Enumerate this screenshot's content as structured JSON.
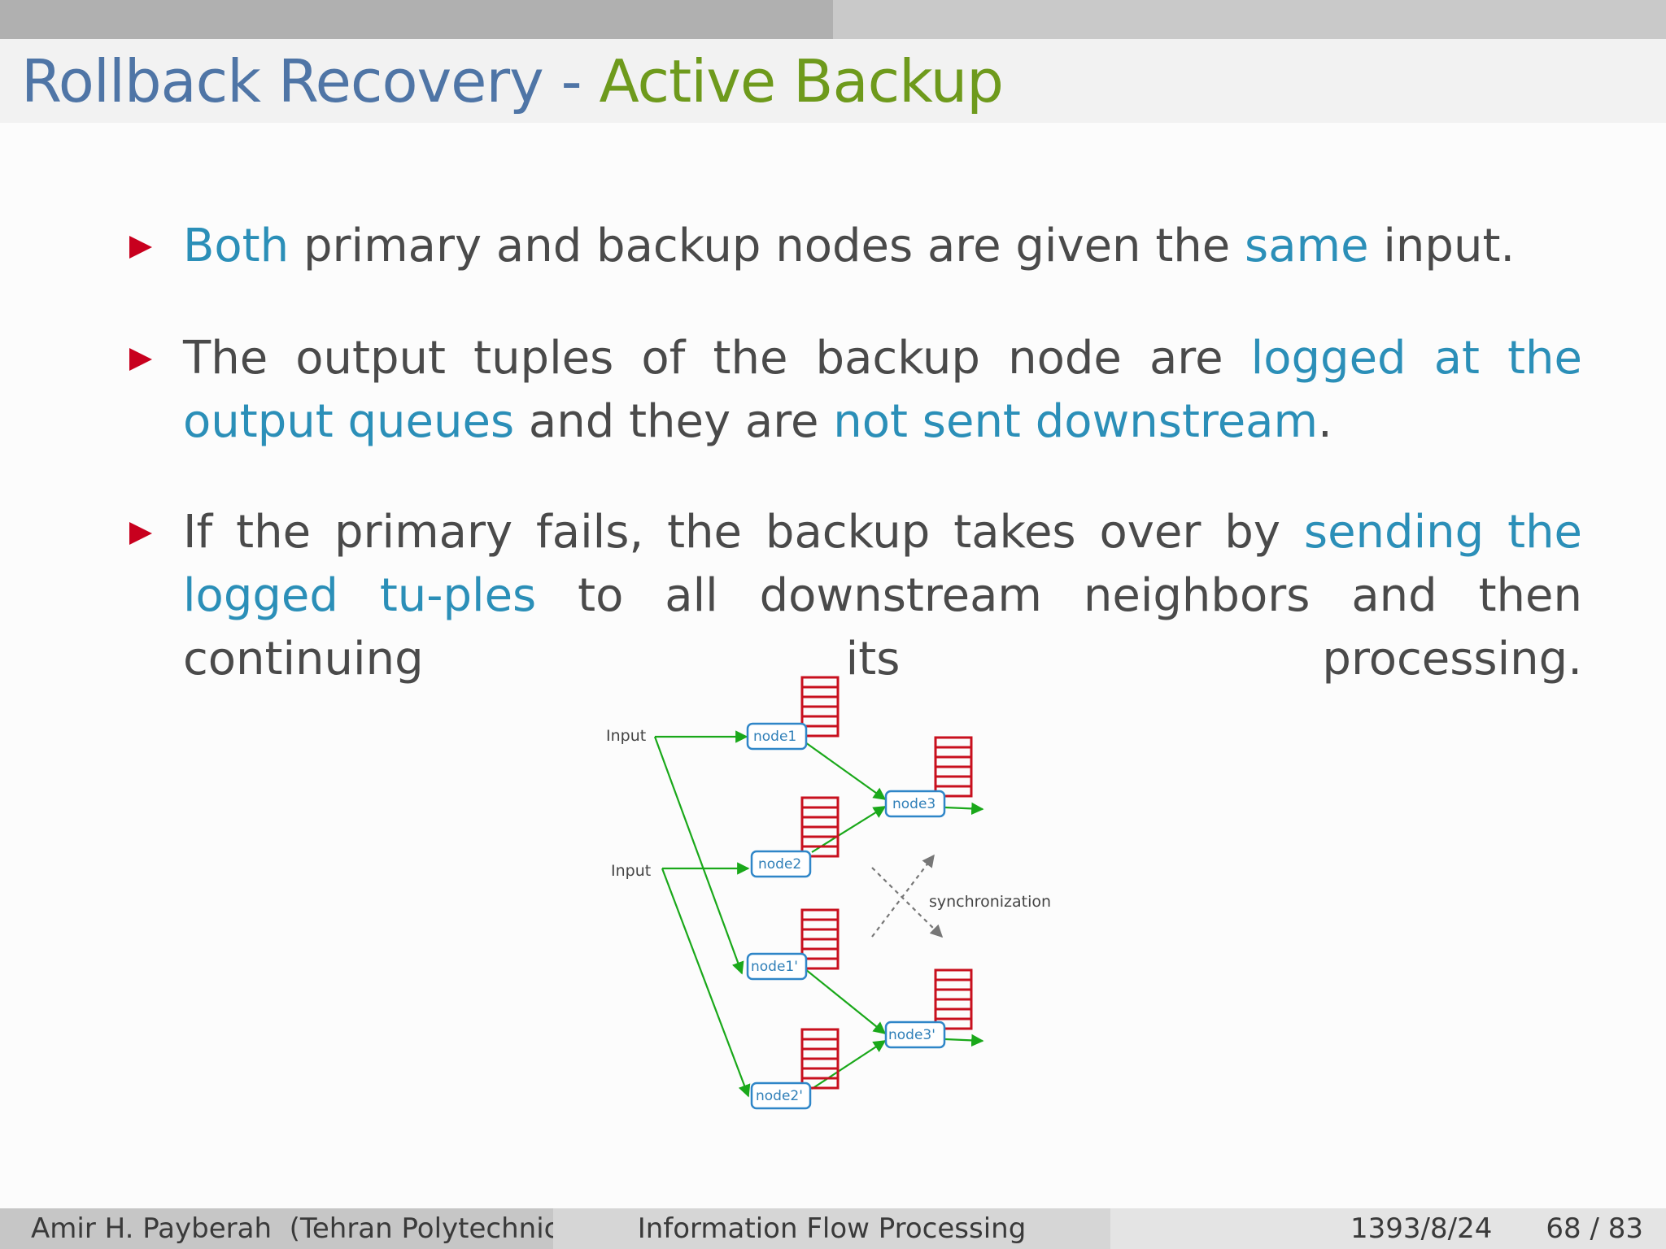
{
  "progress": {
    "fraction": 0.5
  },
  "title": {
    "main": "Rollback Recovery",
    "separator": " - ",
    "sub": "Active Backup"
  },
  "bullets": [
    {
      "parts": [
        {
          "text": "Both",
          "highlight": true
        },
        {
          "text": " primary and backup nodes are given the ",
          "highlight": false
        },
        {
          "text": "same",
          "highlight": true
        },
        {
          "text": " input.",
          "highlight": false
        }
      ]
    },
    {
      "parts": [
        {
          "text": "The output tuples of the backup node are ",
          "highlight": false
        },
        {
          "text": "logged at the output queues",
          "highlight": true
        },
        {
          "text": " and they are ",
          "highlight": false
        },
        {
          "text": "not sent downstream",
          "highlight": true
        },
        {
          "text": ".",
          "highlight": false
        }
      ]
    },
    {
      "parts": [
        {
          "text": "If the primary fails, the backup takes over by ",
          "highlight": false
        },
        {
          "text": "sending the logged tu-ples",
          "highlight": true
        },
        {
          "text": " to all downstream neighbors and then continuing its processing.",
          "highlight": false
        }
      ]
    }
  ],
  "diagram": {
    "input_labels": [
      "Input",
      "Input"
    ],
    "nodes": [
      "node1",
      "node2",
      "node3",
      "node1'",
      "node2'",
      "node3'"
    ],
    "sync_label": "synchronization"
  },
  "footer": {
    "author": "Amir H. Payberah  (Tehran Polytechnic)",
    "course": "Information Flow Processing",
    "date": "1393/8/24",
    "page": "68 / 83"
  },
  "colors": {
    "title_main": "#4f75a6",
    "title_sub": "#6e9a1c",
    "highlight": "#2b8fb8",
    "bullet_marker": "#c8001e",
    "arrow": "#1aa81a",
    "queue": "#c8101e",
    "node_border": "#2f86c8"
  }
}
